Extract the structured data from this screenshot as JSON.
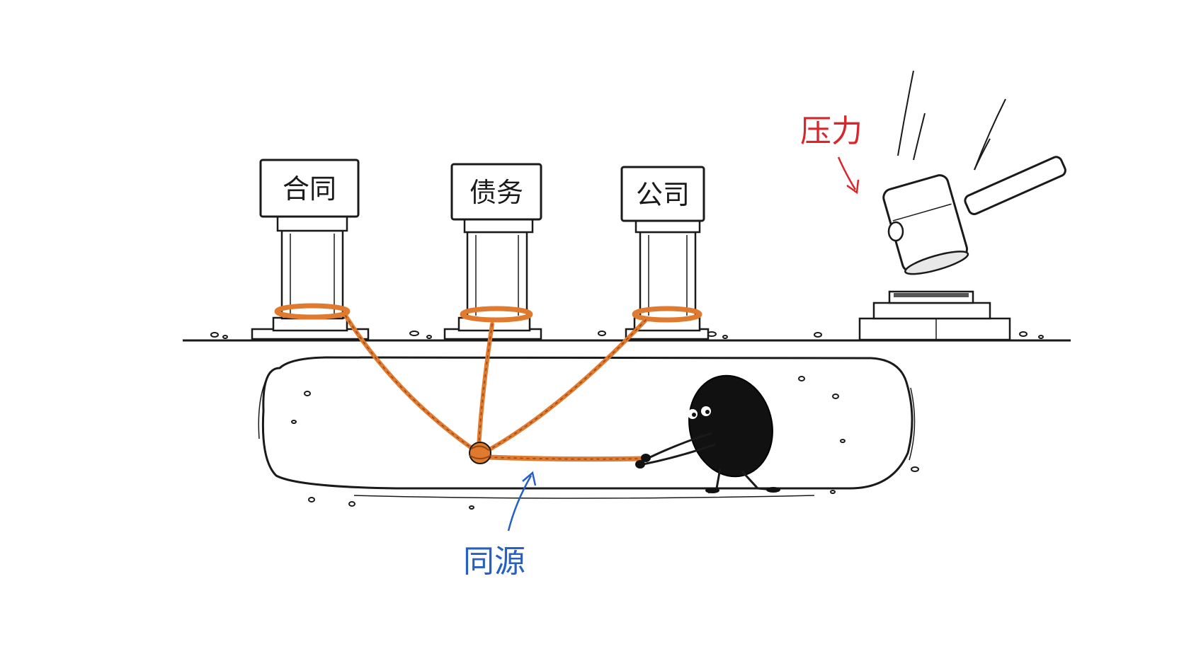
{
  "pillars": [
    {
      "label": "合同"
    },
    {
      "label": "债务"
    },
    {
      "label": "公司"
    }
  ],
  "labels": {
    "pressure": "压力",
    "same_source": "同源"
  },
  "colors": {
    "rope": "#e07a2e",
    "pressure_text": "#d9262c",
    "source_text": "#2660c4",
    "ink": "#1a1a1a",
    "figure": "#111111"
  },
  "icons": [
    "hammer-icon",
    "rope-knot-icon",
    "hidden-figure-icon"
  ]
}
